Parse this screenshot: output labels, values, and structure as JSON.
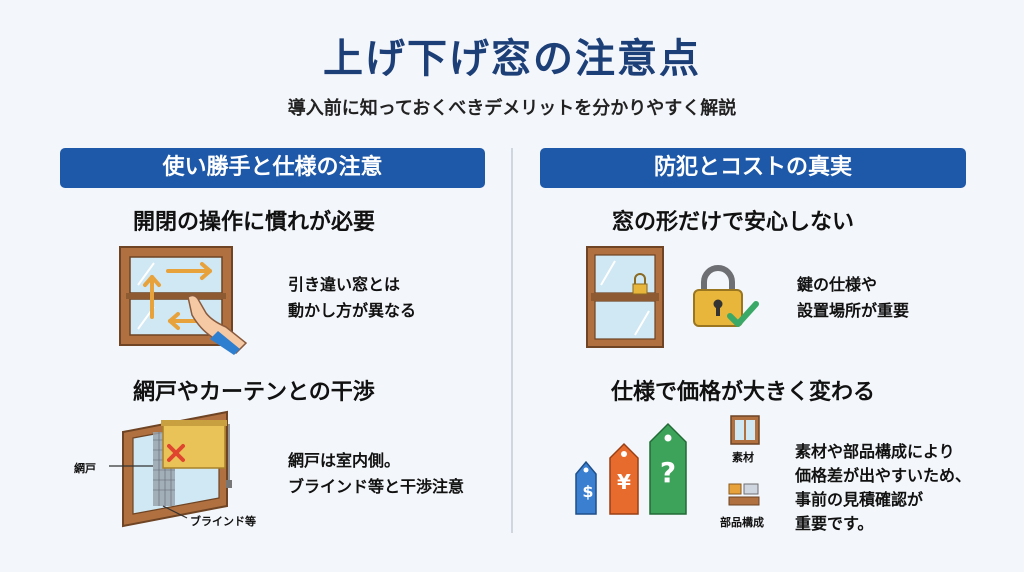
{
  "title": "上げ下げ窓の注意点",
  "subtitle": "導入前に知っておくべきデメリットを分かりやすく解説",
  "left": {
    "banner": "使い勝手と仕様の注意",
    "section1": {
      "heading": "開閉の操作に慣れが必要",
      "desc_line1": "引き違い窓とは",
      "desc_line2": "動かし方が異なる"
    },
    "section2": {
      "heading": "網戸やカーテンとの干渉",
      "label_screen": "網戸",
      "label_blind": "ブラインド等",
      "desc_line1": "網戸は室内側。",
      "desc_line2": "ブラインド等と干渉注意"
    }
  },
  "right": {
    "banner": "防犯とコストの真実",
    "section1": {
      "heading": "窓の形だけで安心しない",
      "desc_line1": "鍵の仕様や",
      "desc_line2": "設置場所が重要"
    },
    "section2": {
      "heading": "仕様で価格が大きく変わる",
      "tag_dollar": "$",
      "tag_yen": "¥",
      "tag_question": "?",
      "label_material": "素材",
      "label_parts": "部品構成",
      "desc_line1": "素材や部品構成により",
      "desc_line2": "価格差が出やすいため、",
      "desc_line3": "事前の見積確認が",
      "desc_line4": "重要です。"
    }
  },
  "colors": {
    "title": "#1d3f78",
    "banner": "#1e58a8",
    "frame_wood": "#b0703f",
    "glass": "#cfe8f4",
    "arrow": "#e8a23c",
    "lock": "#e8b63a",
    "check": "#3aa866",
    "tag_blue": "#3a7fd0",
    "tag_orange": "#e86b2e",
    "tag_green": "#3ea35a"
  }
}
